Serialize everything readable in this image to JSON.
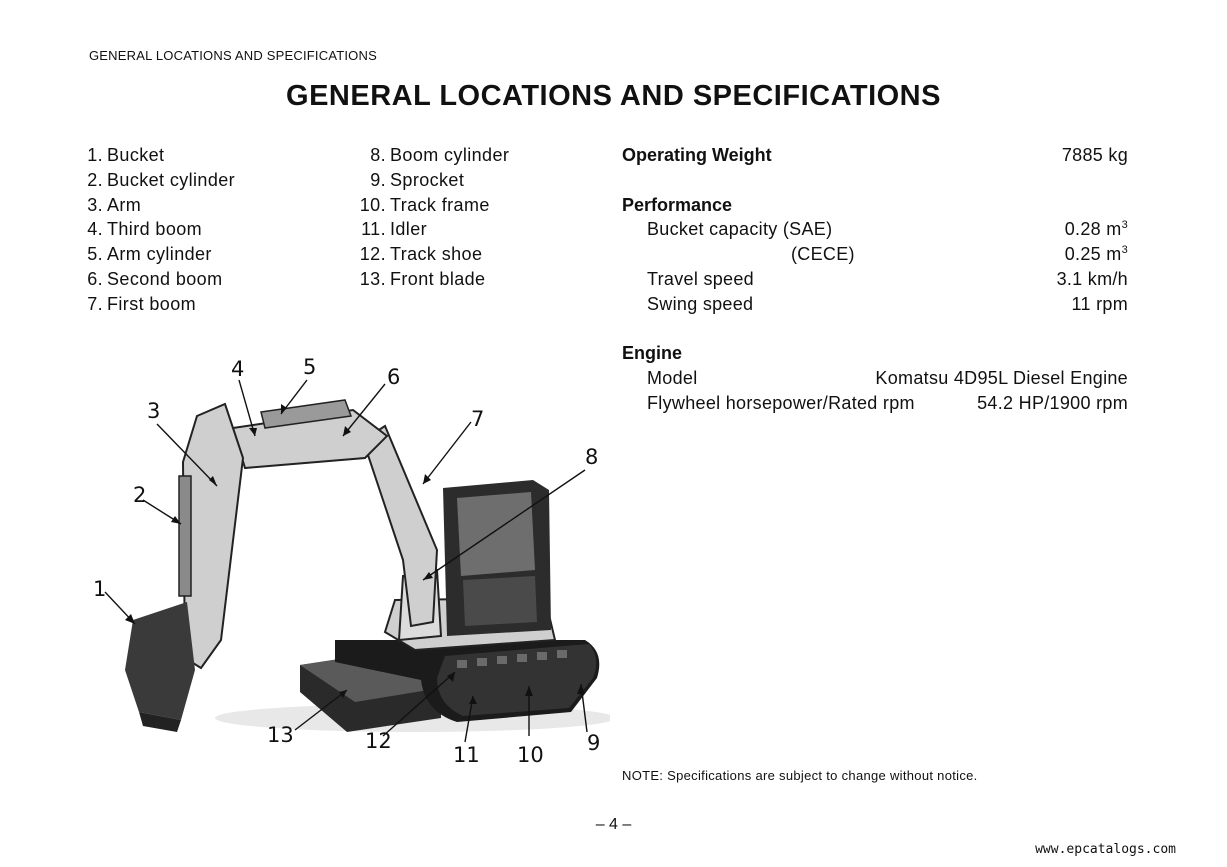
{
  "header": {
    "running_title": "GENERAL LOCATIONS AND SPECIFICATIONS"
  },
  "title": "GENERAL LOCATIONS AND SPECIFICATIONS",
  "parts": [
    {
      "num": "1.",
      "label": "Bucket"
    },
    {
      "num": "2.",
      "label": "Bucket cylinder"
    },
    {
      "num": "3.",
      "label": "Arm"
    },
    {
      "num": "4.",
      "label": "Third boom"
    },
    {
      "num": "5.",
      "label": "Arm cylinder"
    },
    {
      "num": "6.",
      "label": "Second boom"
    },
    {
      "num": "7.",
      "label": "First boom"
    },
    {
      "num": "8.",
      "label": "Boom cylinder"
    },
    {
      "num": "9.",
      "label": "Sprocket"
    },
    {
      "num": "10.",
      "label": "Track frame"
    },
    {
      "num": "11.",
      "label": "Idler"
    },
    {
      "num": "12.",
      "label": "Track shoe"
    },
    {
      "num": "13.",
      "label": "Front blade"
    }
  ],
  "specs": {
    "operating_weight": {
      "label": "Operating Weight",
      "value": "7885 kg"
    },
    "performance": {
      "heading": "Performance",
      "bucket_capacity_label": "Bucket capacity (SAE)",
      "bucket_capacity_sae": "0.28 m",
      "cece_label": "(CECE)",
      "bucket_capacity_cece": "0.25 m",
      "cube": "3",
      "travel_speed_label": "Travel speed",
      "travel_speed": "3.1 km/h",
      "swing_speed_label": "Swing speed",
      "swing_speed": "11 rpm"
    },
    "engine": {
      "heading": "Engine",
      "model_label": "Model",
      "model_value": "Komatsu 4D95L Diesel Engine",
      "flywheel_label": "Flywheel horsepower/Rated rpm",
      "flywheel_value": "54.2 HP/1900 rpm"
    }
  },
  "callouts": [
    "1",
    "2",
    "3",
    "4",
    "5",
    "6",
    "7",
    "8",
    "9",
    "10",
    "11",
    "12",
    "13"
  ],
  "note": "NOTE:  Specifications are subject to change without notice.",
  "page_number": "– 4 –",
  "watermark": "www.epcatalogs.com"
}
